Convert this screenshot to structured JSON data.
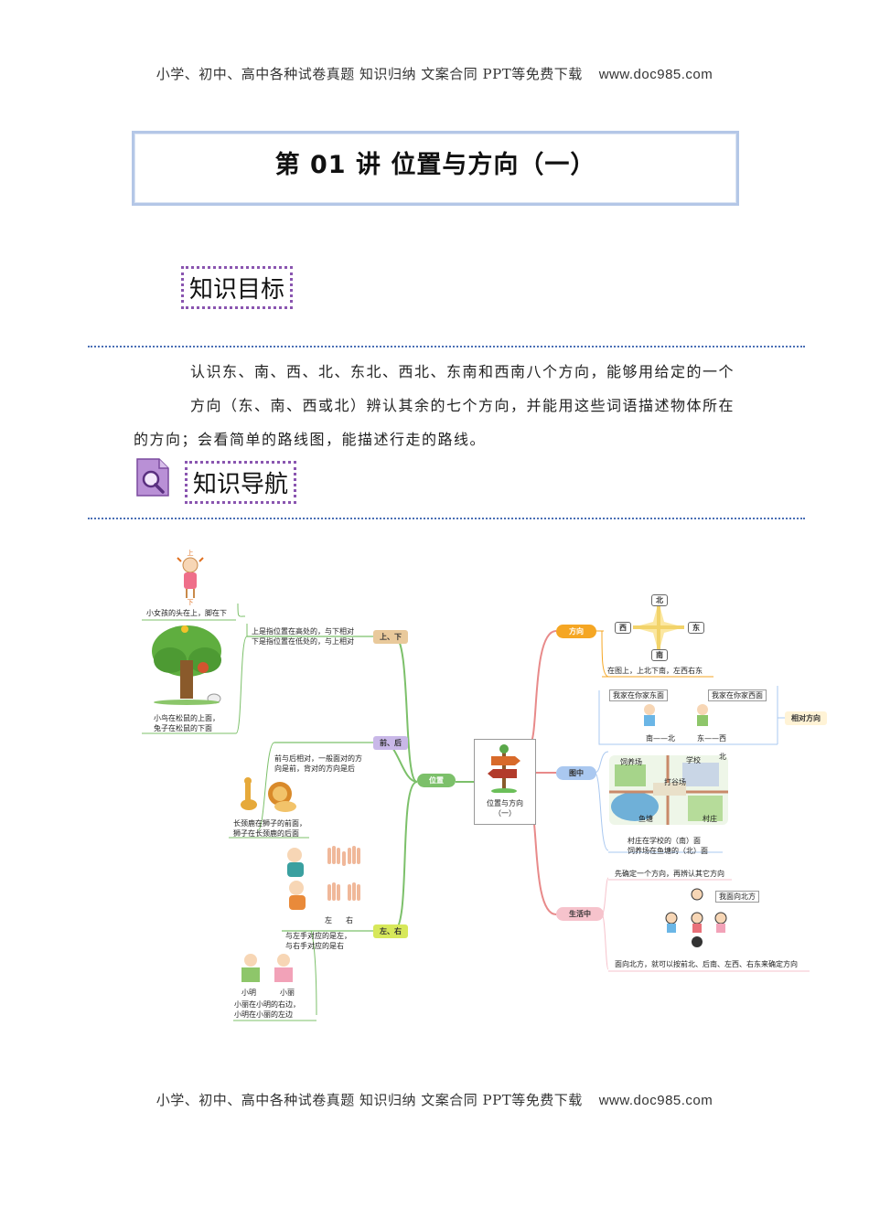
{
  "header": {
    "text": "小学、初中、高中各种试卷真题  知识归纳  文案合同  PPT等免费下载",
    "url": "www.doc985.com"
  },
  "title": "第 01 讲   位置与方向（一）",
  "sections": {
    "goal_label": "知识目标",
    "nav_label": "知识导航"
  },
  "goal_paragraph": {
    "line1": "认识东、南、西、北、东北、西北、东南和西南八个方向，能够用给定的一个",
    "line2": "方向（东、南、西或北）辨认其余的七个方向，并能用这些词语描述物体所在",
    "line3": "的方向；会看简单的路线图，能描述行走的路线。"
  },
  "mindmap": {
    "center_line1": "位置与方向",
    "center_line2": "（一）",
    "left_hub": "位置",
    "up_down": {
      "tag": "上、下",
      "label_up": "上",
      "label_down": "下",
      "girl_caption": "小女孩的头在上，脚在下",
      "def_line1": "上是指位置在高处的，与下相对",
      "def_line2": "下是指位置在低处的，与上相对",
      "tree_caption1": "小鸟在松鼠的上面，",
      "tree_caption2": "兔子在松鼠的下面"
    },
    "front_back": {
      "tag": "前、后",
      "def_line1": "前与后相对，一般面对的方",
      "def_line2": "向是前，背对的方向是后",
      "caption1": "长颈鹿在狮子的前面，",
      "caption2": "狮子在长颈鹿的后面"
    },
    "left_right": {
      "tag": "左、右",
      "hand_left": "左",
      "hand_right": "右",
      "def_line1": "与左手对应的是左，",
      "def_line2": "与右手对应的是右",
      "name_a": "小明",
      "name_b": "小丽",
      "caption1": "小丽在小明的右边，",
      "caption2": "小明在小丽的左边"
    },
    "direction": {
      "tag": "方向",
      "north": "北",
      "south": "南",
      "west": "西",
      "east": "东",
      "caption": "在图上，上北下南，左西右东",
      "bubble_east": "我家在你家东面",
      "bubble_west": "我家在你家西面",
      "pair1": "南——北",
      "pair2": "东——西",
      "relative_tag": "相对方向"
    },
    "in_map": {
      "tag": "图中",
      "farm": "饲养场",
      "school": "学校",
      "grain": "打谷场",
      "pond": "鱼塘",
      "village": "村庄",
      "north_mark": "北",
      "caption1": "村庄在学校的（南）面",
      "caption2": "饲养场在鱼塘的（北）面"
    },
    "in_life": {
      "tag": "生活中",
      "top_text": "先确定一个方向，再辨认其它方向",
      "bubble": "我面向北方",
      "bottom_text": "面向北方，就可以按前北、后南、左西、右东来确定方向"
    }
  },
  "footer": {
    "text": "小学、初中、高中各种试卷真题  知识归纳  文案合同  PPT等免费下载",
    "url": "www.doc985.com"
  },
  "colors": {
    "title_border": "#b4c7e7",
    "tag_border": "#8a55b0",
    "dot_line": "#4a6fb5",
    "branch_green": "#7cc06a",
    "branch_red": "#e88a8a",
    "tag_orange": "#f5a623",
    "tag_blue": "#aac8f0",
    "tag_pink": "#f6c3cc"
  }
}
